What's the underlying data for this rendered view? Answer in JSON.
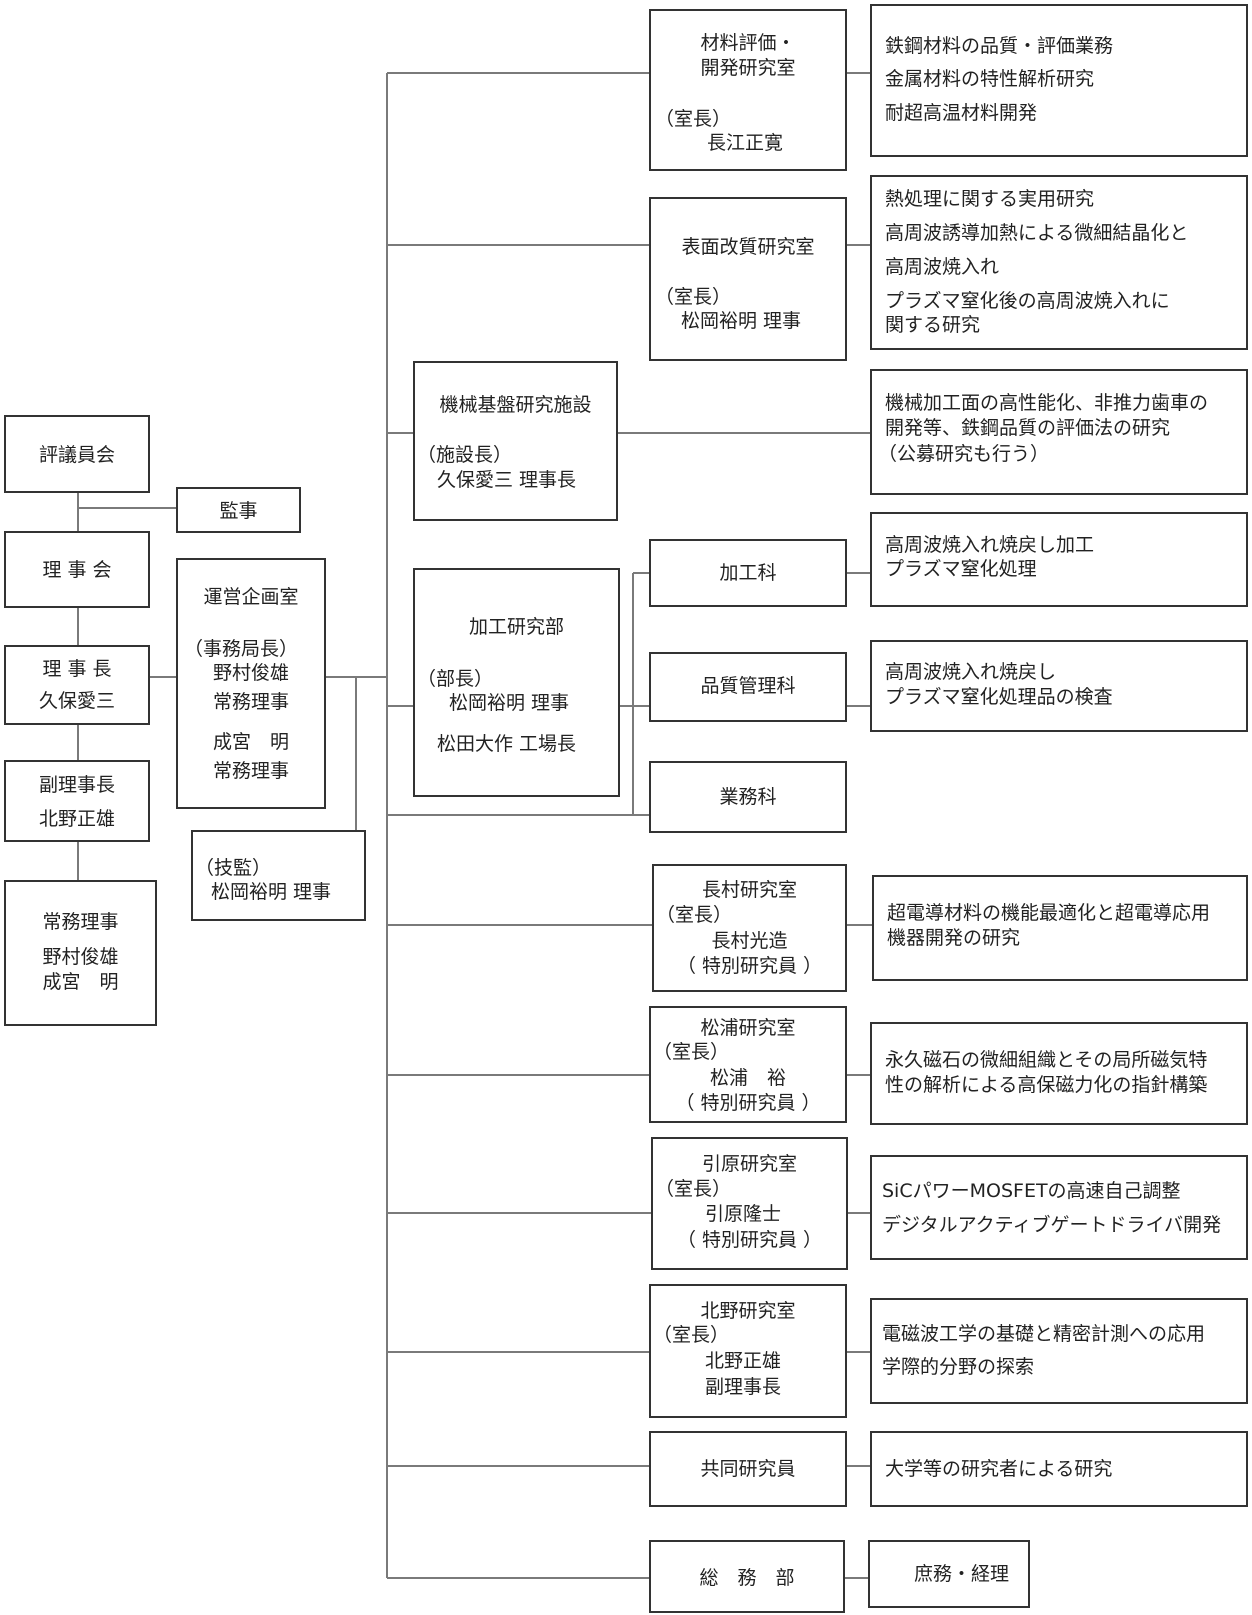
{
  "left": {
    "hyogiinkai": "評議員会",
    "kanji": "監事",
    "rijikai": "理 事 会",
    "rijicho": {
      "title": "理 事 長",
      "name": "久保愛三"
    },
    "fukurijicho": {
      "title": "副理事長",
      "name": "北野正雄"
    },
    "jomu": {
      "title": "常務理事",
      "name1": "野村俊雄",
      "name2": "成宮　明"
    }
  },
  "unei": {
    "title": "運営企画室",
    "role": "（事務局長）",
    "name1": "野村俊雄",
    "role1": "常務理事",
    "name2": "成宮　明",
    "role2": "常務理事"
  },
  "gikan": {
    "role": "（技監）",
    "name": "松岡裕明 理事"
  },
  "kikai": {
    "title": "機械基盤研究施設",
    "role": "（施設長）",
    "name": "久保愛三 理事長"
  },
  "kako": {
    "title": "加工研究部",
    "role": "（部長）",
    "name1": "松岡裕明 理事",
    "name2": "松田大作 工場長"
  },
  "kako_sections": [
    "加工科",
    "品質管理科",
    "業務科"
  ],
  "rooms": {
    "zairyo": {
      "title1": "材料評価・",
      "title2": "開発研究室",
      "role": "（室長）",
      "name": "長江正寛"
    },
    "hyomen": {
      "title": "表面改質研究室",
      "role": "（室長）",
      "name": "松岡裕明 理事"
    },
    "nagamura": {
      "title": "長村研究室",
      "role": "（室長）",
      "name": "長村光造",
      "sub": "（ 特別研究員 ）"
    },
    "matsuura": {
      "title": "松浦研究室",
      "role": "（室長）",
      "name": "松浦　裕",
      "sub": "（ 特別研究員 ）"
    },
    "hikihara": {
      "title": "引原研究室",
      "role": "（室長）",
      "name": "引原隆士",
      "sub": "（ 特別研究員 ）"
    },
    "kitano": {
      "title": "北野研究室",
      "role": "（室長）",
      "name": "北野正雄",
      "sub": "副理事長"
    },
    "kyodo": "共同研究員",
    "somu": "総　務　部"
  },
  "descriptions": {
    "zairyo": [
      "鉄鋼材料の品質・評価業務",
      "金属材料の特性解析研究",
      "耐超高温材料開発"
    ],
    "hyomen": [
      "熱処理に関する実用研究",
      "高周波誘導加熱による微細結晶化と",
      "高周波焼入れ",
      "プラズマ窒化後の高周波焼入れに",
      "関する研究"
    ],
    "kikai": [
      "機械加工面の高性能化、非推力歯車の",
      "開発等、鉄鋼品質の評価法の研究",
      "（公募研究も行う）"
    ],
    "kakoka": [
      "高周波焼入れ焼戻し加工",
      "プラズマ窒化処理"
    ],
    "hinshitsu": [
      "高周波焼入れ焼戻し",
      "プラズマ窒化処理品の検査"
    ],
    "nagamura": [
      "超電導材料の機能最適化と超電導応用",
      "機器開発の研究"
    ],
    "matsuura": [
      "永久磁石の微細組織とその局所磁気特",
      "性の解析による高保磁力化の指針構築"
    ],
    "hikihara": [
      "SiCパワーMOSFETの高速自己調整",
      "デジタルアクティブゲートドライバ開発"
    ],
    "kitano": [
      "電磁波工学の基礎と精密計測への応用",
      "学際的分野の探索"
    ],
    "kyodo": [
      "大学等の研究者による研究"
    ],
    "somu": [
      "庶務・経理"
    ]
  },
  "colors": {
    "line": "#7a7a7a",
    "border": "#333333"
  }
}
